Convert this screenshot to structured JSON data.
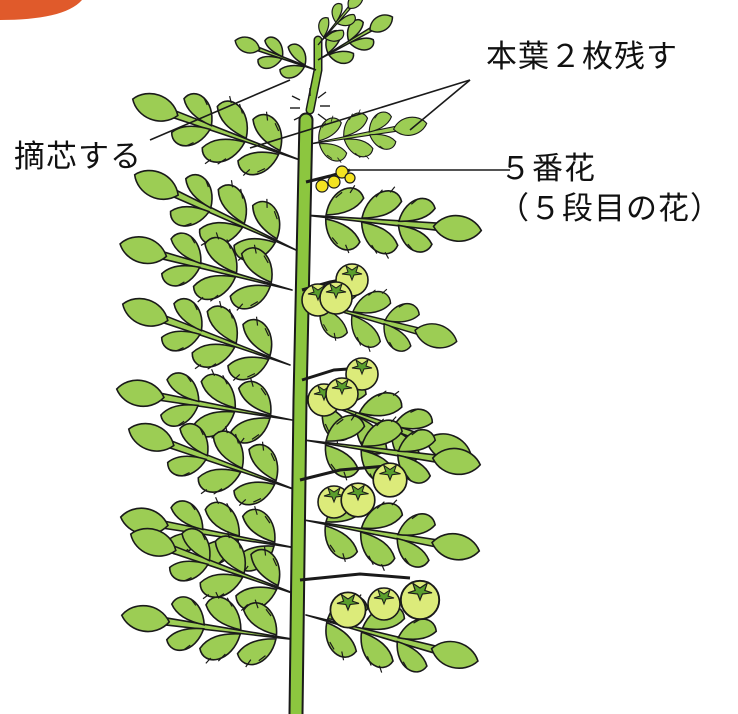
{
  "labels": {
    "pinch": "摘芯する",
    "keep_leaves": "本葉２枚残す",
    "flower5": "５番花",
    "flower5_sub": "（５段目の花）"
  },
  "colors": {
    "leaf": "#9ccd54",
    "stem": "#8cc63f",
    "fruit": "#dceb7a",
    "flower": "#f3e321",
    "outline": "#1a1a1a",
    "accent_corner": "#e05a2b"
  }
}
